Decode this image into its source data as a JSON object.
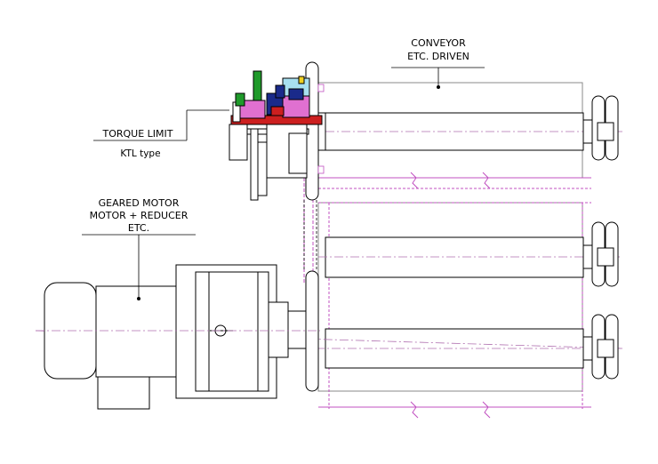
{
  "labels": {
    "conveyor": [
      "CONVEYOR",
      "ETC. DRIVEN"
    ],
    "torque_limit": "TORQUE LIMIT",
    "ktl_type": "KTL  type",
    "geared_motor": [
      "GEARED MOTOR",
      "MOTOR + REDUCER",
      "ETC."
    ]
  },
  "colors": {
    "outline": "#000000",
    "frame": "#8a8a8a",
    "dimension": "#c050c0",
    "centerline": "#b070b0",
    "green": "#1f9a2a",
    "red": "#cc1f1f",
    "pink": "#e070d0",
    "navy": "#1a2a8a",
    "cyan": "#a8e0f0",
    "yellow": "#f0d020"
  }
}
